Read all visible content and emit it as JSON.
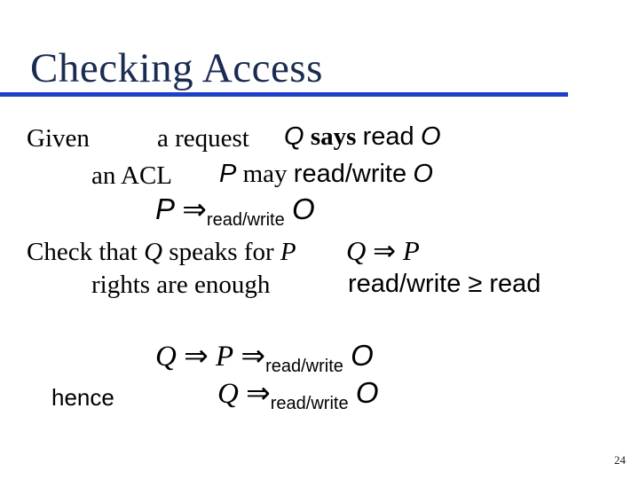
{
  "slide": {
    "title": "Checking Access",
    "page_number": "24"
  },
  "colors": {
    "title_text": "#1b2c52",
    "title_rule": "#1e3fc8",
    "body_text": "#000000"
  },
  "body": {
    "given": "Given",
    "a_request": "a request",
    "request_formula": {
      "q": "Q",
      "says": "says",
      "read": "read",
      "o": "O"
    },
    "an_acl": "an ACL",
    "acl_formula": {
      "p": "P",
      "may": "may",
      "read_write": "read/write",
      "o": "O"
    },
    "delegation_formula": {
      "p": "P",
      "implies": "⇒",
      "sub": "read/write",
      "o": "O"
    },
    "check_line": {
      "check_that": "Check that",
      "q": "Q",
      "speaks_for": "speaks for",
      "p": "P"
    },
    "speaks_formula": {
      "q": "Q",
      "implies": "⇒",
      "p": "P"
    },
    "rights_line": "rights are enough",
    "rights_formula": {
      "read_write": "read/write",
      "geq": "≥",
      "read": "read"
    },
    "conclusion1": {
      "q": "Q",
      "implies1": "⇒",
      "p": "P",
      "implies2": "⇒",
      "sub": "read/write",
      "o": "O"
    },
    "hence": "hence",
    "conclusion2": {
      "q": "Q",
      "implies": "⇒",
      "sub": "read/write",
      "o": "O"
    }
  }
}
